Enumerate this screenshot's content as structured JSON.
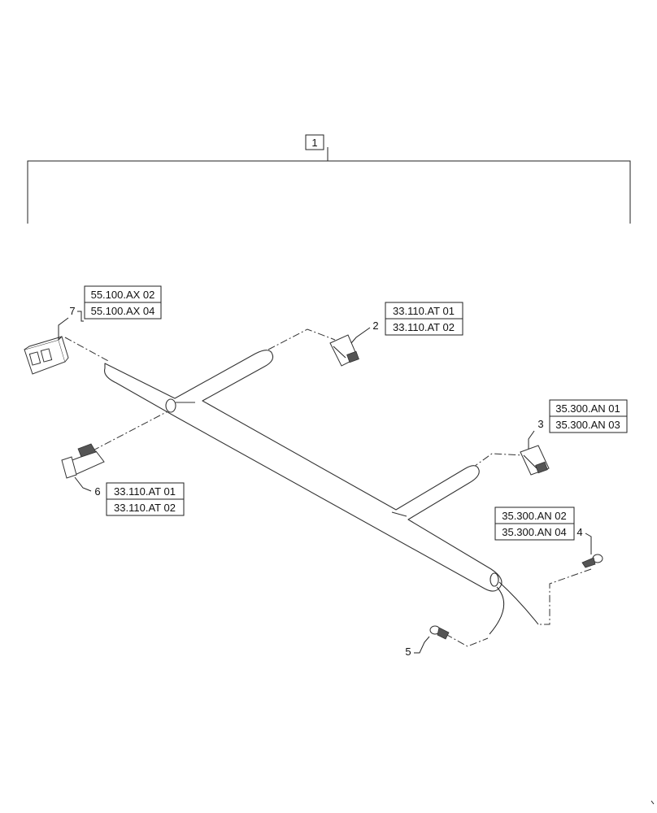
{
  "assembly_label": "1",
  "callouts": [
    {
      "index": "7",
      "refs": [
        "55.100.AX 02",
        "55.100.AX 04"
      ]
    },
    {
      "index": "2",
      "refs": [
        "33.110.AT 01",
        "33.110.AT 02"
      ]
    },
    {
      "index": "3",
      "refs": [
        "35.300.AN 01",
        "35.300.AN 03"
      ]
    },
    {
      "index": "6",
      "refs": [
        "33.110.AT 01",
        "33.110.AT 02"
      ]
    },
    {
      "index": "4",
      "refs": [
        "35.300.AN 02",
        "35.300.AN 04"
      ]
    },
    {
      "index": "5",
      "refs": []
    }
  ]
}
